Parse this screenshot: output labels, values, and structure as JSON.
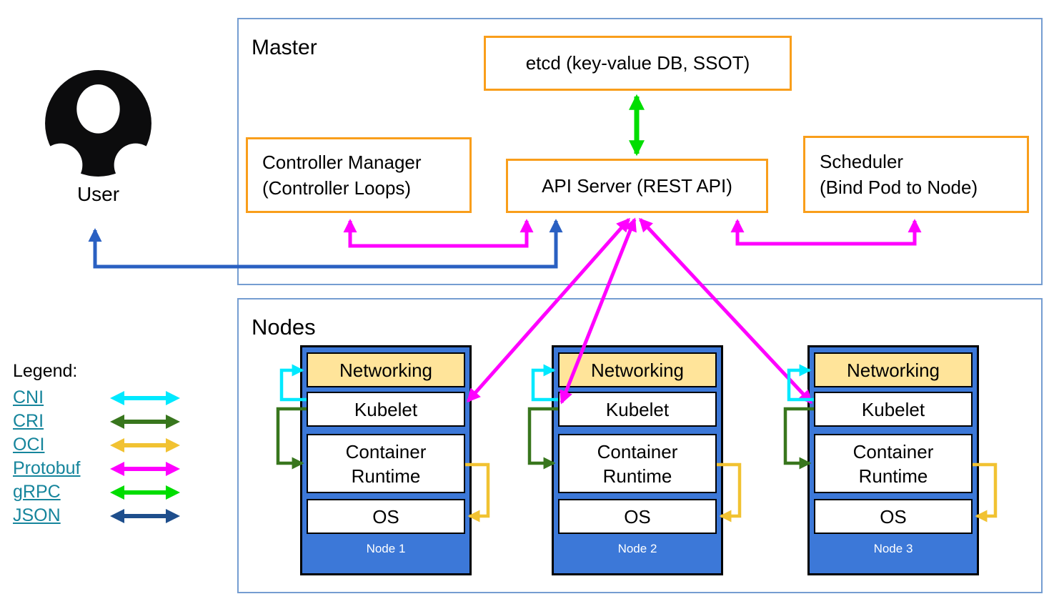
{
  "master": {
    "title": "Master",
    "etcd_label": "etcd (key-value DB, SSOT)",
    "controller_manager": {
      "line1": "Controller Manager",
      "line2": "(Controller Loops)"
    },
    "api_server_label": "API Server (REST API)",
    "scheduler": {
      "line1": "Scheduler",
      "line2": "(Bind Pod to Node)"
    }
  },
  "user": {
    "label": "User"
  },
  "nodes_panel": {
    "title": "Nodes",
    "layers": [
      "Networking",
      "Kubelet",
      "Container Runtime",
      "OS"
    ],
    "nodes": [
      {
        "name": "Node 1"
      },
      {
        "name": "Node 2"
      },
      {
        "name": "Node 3"
      }
    ]
  },
  "legend": {
    "title": "Legend:",
    "items": [
      {
        "label": "CNI",
        "color": "#00e9ff"
      },
      {
        "label": "CRI",
        "color": "#38761d"
      },
      {
        "label": "OCI",
        "color": "#f1c232"
      },
      {
        "label": "Protobuf",
        "color": "#ff00ff"
      },
      {
        "label": "gRPC",
        "color": "#00dd00"
      },
      {
        "label": "JSON",
        "color": "#1e4e8c"
      }
    ]
  },
  "colors": {
    "frame_border": "#759dd1",
    "box_border_orange": "#f99e1b",
    "node_blue": "#3c78d8",
    "networking_fill": "#ffe49a",
    "legend_link": "#16859c",
    "protobuf_magenta": "#ff00ff",
    "cni_cyan": "#00e9ff",
    "cri_green": "#38761d",
    "oci_gold": "#f1c232",
    "grpc_green": "#00dd00",
    "json_navy": "#1e4e8c",
    "user_arrow_blue": "#2a60c2",
    "icon_black": "#0c0c0d"
  }
}
